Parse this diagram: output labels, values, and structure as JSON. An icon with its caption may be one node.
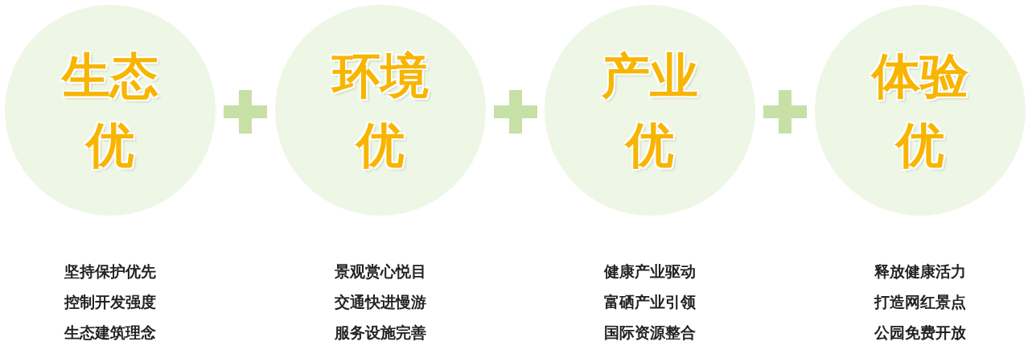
{
  "diagram": {
    "nodes": [
      {
        "text": [
          "生态优"
        ],
        "beside": [
          "坚持保护优先",
          "控制开发强度",
          "生态建筑理念"
        ]
      },
      {
        "text": [
          "环境优"
        ],
        "beside": [
          "景观赏心悦目",
          "交通快进慢游",
          "服务设施完善"
        ]
      },
      {
        "text": [
          "产业优"
        ],
        "beside": [
          "健康产业驱动",
          "富硒产业引领",
          "国际资源整合"
        ]
      },
      {
        "text": [
          "体验优"
        ],
        "beside": [
          "释放健康活力",
          "打造网红景点",
          "公园免费开放"
        ]
      }
    ]
  }
}
